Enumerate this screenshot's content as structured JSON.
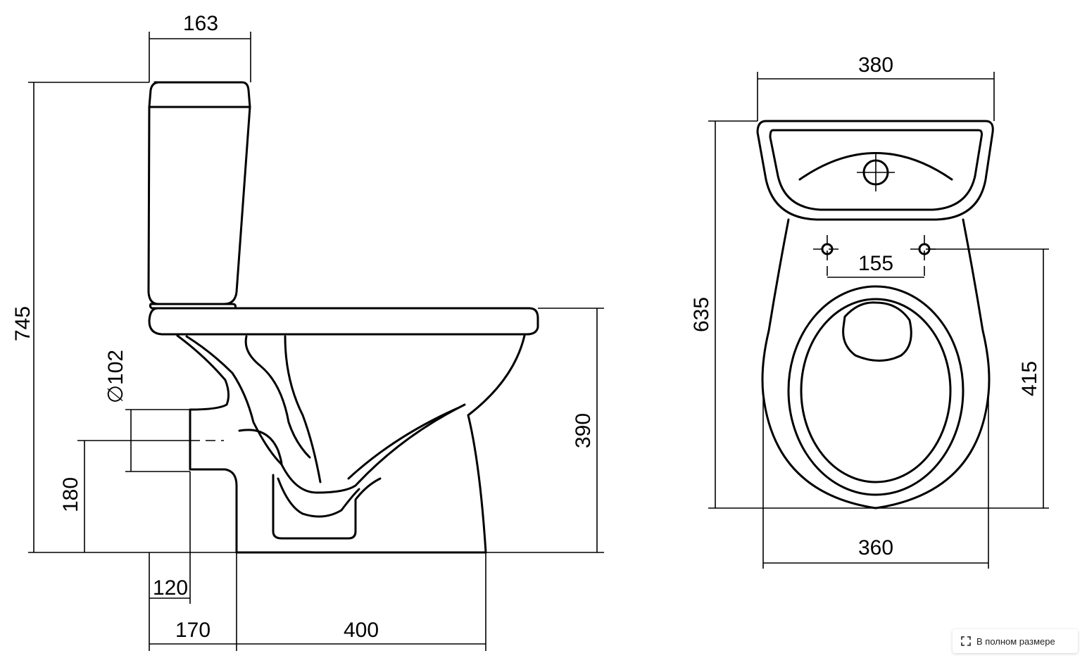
{
  "side_view": {
    "dimensions": {
      "tank_depth": "163",
      "total_height": "745",
      "outlet_diameter": "∅102",
      "outlet_height": "180",
      "seat_height": "390",
      "wall_offset": "120",
      "outlet_offset": "170",
      "base_length": "400"
    }
  },
  "top_view": {
    "dimensions": {
      "tank_width": "380",
      "total_length": "635",
      "hinge_spacing": "155",
      "bowl_length": "415",
      "bowl_width": "360"
    }
  },
  "fullsize_button": {
    "label": "В полном размере",
    "icon": "expand-icon"
  }
}
